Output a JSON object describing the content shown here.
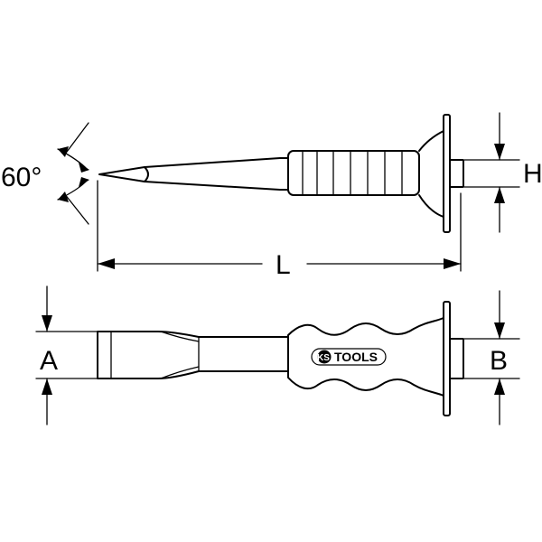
{
  "labels": {
    "angle": "60°",
    "length": "L",
    "height": "H",
    "width_a": "A",
    "width_b": "B"
  },
  "logo": {
    "badge_text": "KS",
    "brand_text": "TOOLS"
  }
}
